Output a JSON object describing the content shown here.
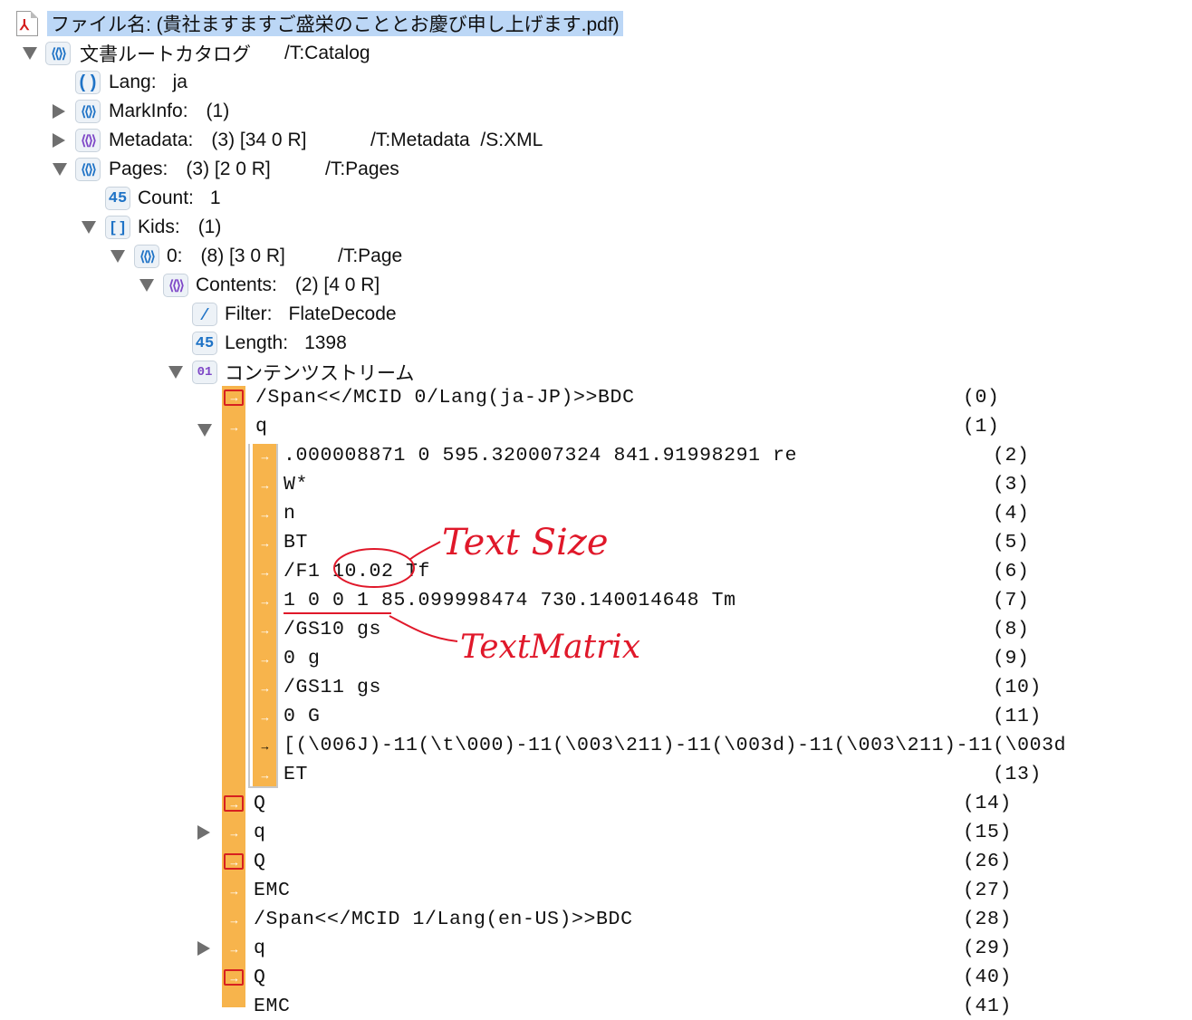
{
  "file": {
    "label": "ファイル名: (貴社ますますご盛栄のこととお慶び申し上げます.pdf)"
  },
  "catalog": {
    "name": "文書ルートカタログ",
    "type": "/T:Catalog"
  },
  "lang": {
    "key": "Lang:",
    "value": "ja"
  },
  "markinfo": {
    "key": "MarkInfo:",
    "value": "(1)"
  },
  "metadata": {
    "key": "Metadata:",
    "value": "(3) [34 0 R]",
    "type": "/T:Metadata  /S:XML"
  },
  "pages": {
    "key": "Pages:",
    "value": "(3) [2 0 R]",
    "type": "/T:Pages"
  },
  "count": {
    "key": "Count:",
    "value": "1"
  },
  "kids": {
    "key": "Kids:",
    "value": "(1)"
  },
  "page0": {
    "key": "0:",
    "value": "(8) [3 0 R]",
    "type": "/T:Page"
  },
  "contents": {
    "key": "Contents:",
    "value": "(2) [4 0 R]"
  },
  "filter": {
    "key": "Filter:",
    "value": "FlateDecode"
  },
  "length": {
    "key": "Length:",
    "value": "1398"
  },
  "stream": {
    "label": "コンテンツストリーム"
  },
  "ops_top": [
    {
      "text": "/Span<</MCID 0/Lang(ja-JP)>>BDC",
      "index": "(0)"
    },
    {
      "text": "q",
      "index": "(1)"
    }
  ],
  "ops_inner": [
    {
      "text": ".000008871 0 595.320007324 841.91998291 re",
      "index": "(2)"
    },
    {
      "text": "W*",
      "index": "(3)"
    },
    {
      "text": "n",
      "index": "(4)"
    },
    {
      "text": "BT",
      "index": "(5)"
    },
    {
      "text": "/F1 10.02 Tf",
      "index": "(6)"
    },
    {
      "text": "1 0 0 1 85.099998474 730.140014648 Tm",
      "index": "(7)"
    },
    {
      "text": "/GS10 gs",
      "index": "(8)"
    },
    {
      "text": "0 g",
      "index": "(9)"
    },
    {
      "text": "/GS11 gs",
      "index": "(10)"
    },
    {
      "text": "0 G",
      "index": "(11)"
    },
    {
      "text": "[(\\006J)-11(\\t\\000)-11(\\003\\211)-11(\\003d)-11(\\003\\211)-11(\\003d",
      "index": ""
    },
    {
      "text": "ET",
      "index": "(13)"
    }
  ],
  "ops_bottom": [
    {
      "text": "Q",
      "index": "(14)"
    },
    {
      "text": "q",
      "index": "(15)"
    },
    {
      "text": "Q",
      "index": "(26)"
    },
    {
      "text": "EMC",
      "index": "(27)"
    },
    {
      "text": "/Span<</MCID 1/Lang(en-US)>>BDC",
      "index": "(28)"
    },
    {
      "text": "q",
      "index": "(29)"
    },
    {
      "text": "Q",
      "index": "(40)"
    },
    {
      "text": "EMC",
      "index": "(41)"
    }
  ],
  "annotations": {
    "text_size": "Text Size",
    "text_matrix": "TextMatrix"
  },
  "icons": {
    "dict": "dictionary-icon",
    "string": "string-icon",
    "number": "number-icon",
    "array": "array-icon",
    "name": "name-icon",
    "binary": "binary-stream-icon",
    "operator": "operator-icon",
    "pdf": "pdf-file-icon"
  },
  "colors": {
    "selection": "#bcd7f6",
    "operator_bar": "#f7b44c",
    "annotation": "#e0182a",
    "icon_blue": "#1f73c6",
    "icon_purple": "#7e47c7"
  }
}
